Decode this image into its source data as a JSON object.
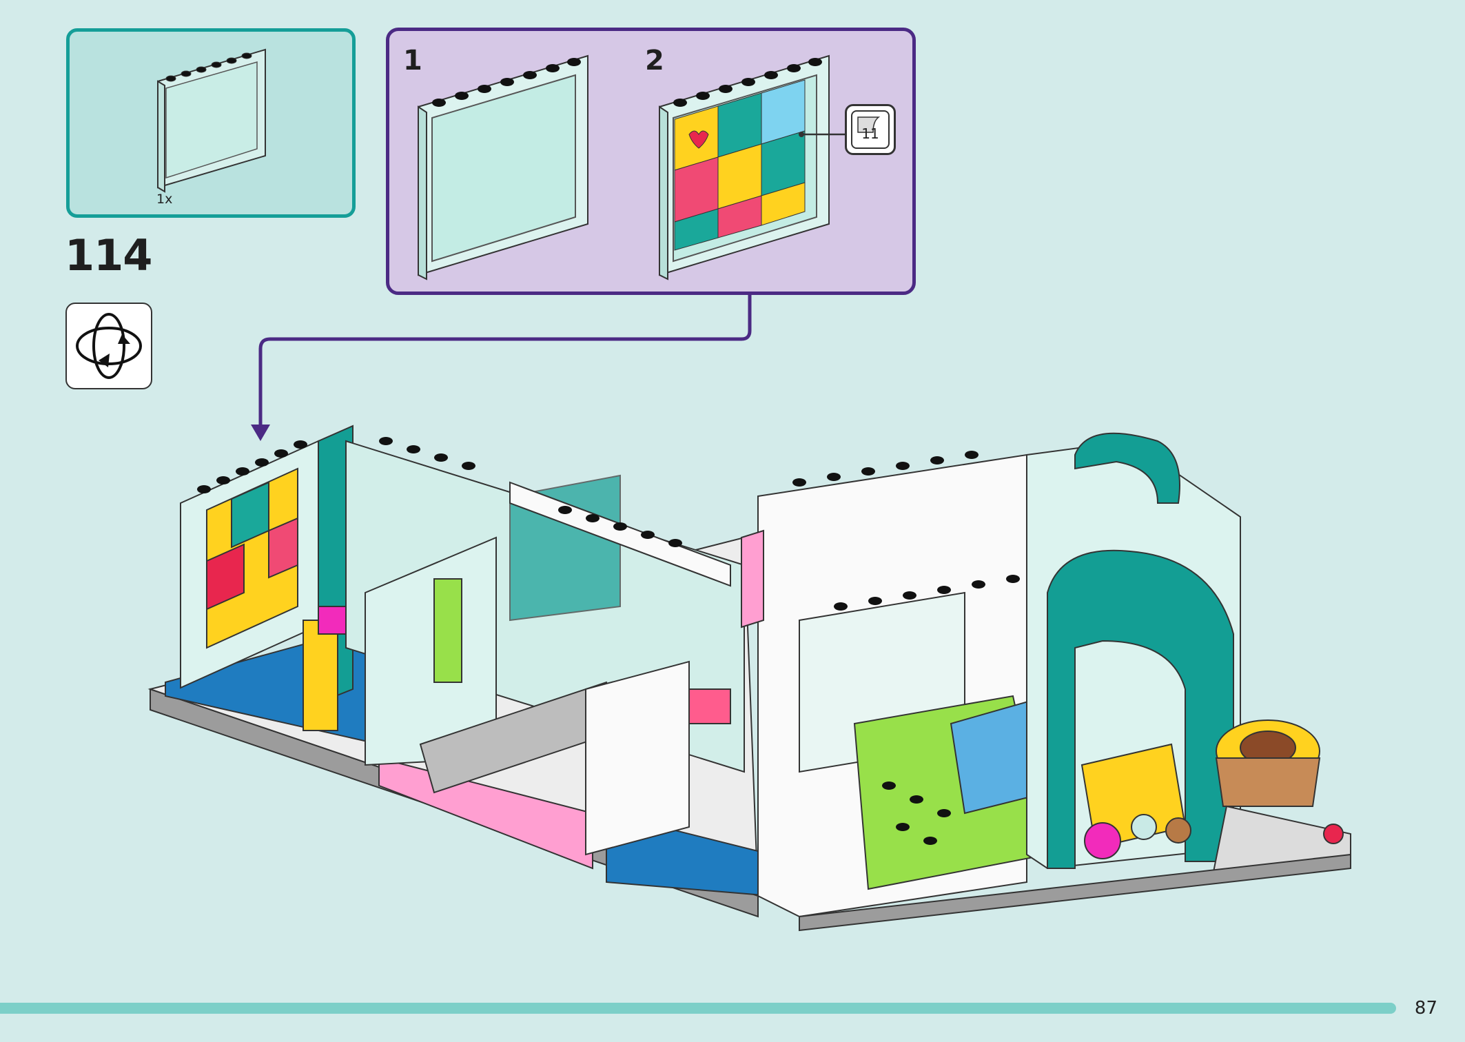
{
  "parts_needed": {
    "quantity": "1x"
  },
  "step": {
    "number": "114"
  },
  "substeps": [
    {
      "number": "1"
    },
    {
      "number": "2"
    }
  ],
  "sticker": {
    "number": "11"
  },
  "page": {
    "number": "87"
  },
  "icons": [
    "rotate-model-icon",
    "sticker-icon",
    "arrow-icon"
  ],
  "colors": {
    "background": "#d3ebea",
    "parts_box_border": "#159e98",
    "substep_box_border": "#4b2a84",
    "substep_box_fill": "#d6c8e6",
    "teal": "#139e94",
    "footer_bar": "#7ccfc8"
  }
}
